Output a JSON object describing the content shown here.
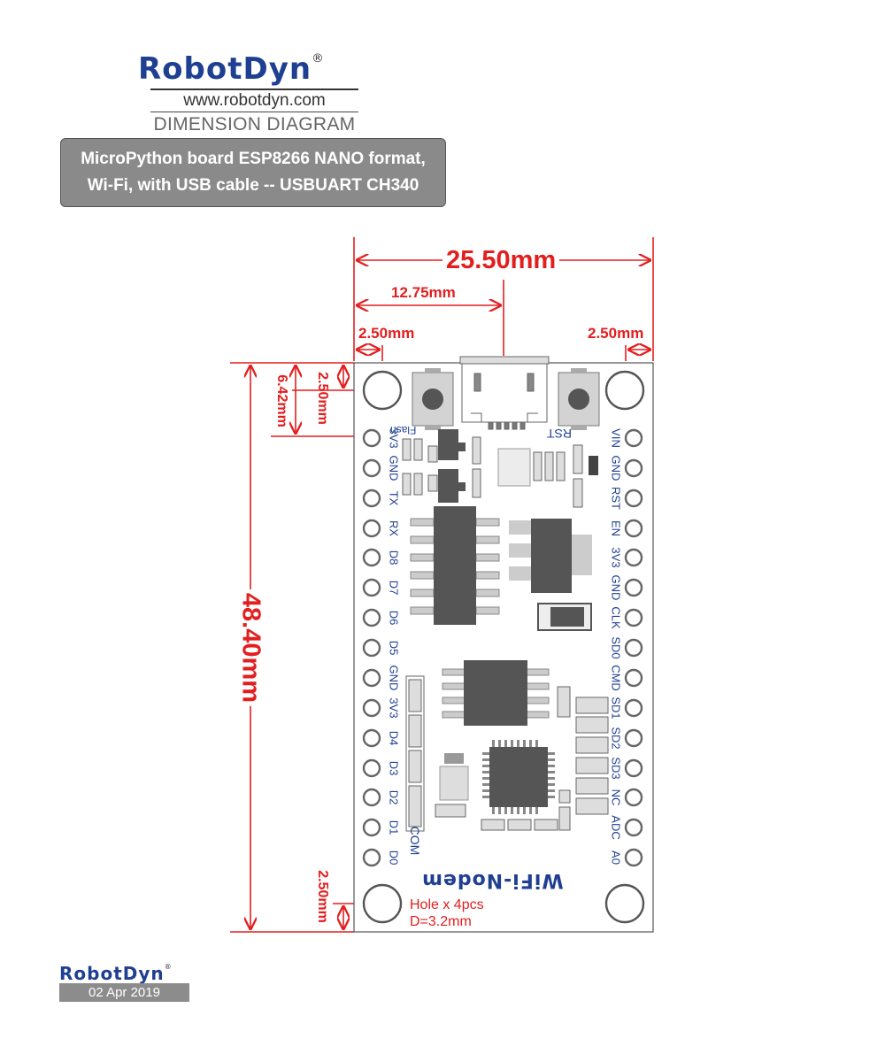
{
  "header": {
    "brand": "RobotDyn",
    "registered": "®",
    "url": "www.robotdyn.com",
    "diagram_title": "DIMENSION DIAGRAM",
    "product_line1": "MicroPython board ESP8266 NANO format,",
    "product_line2": "Wi-Fi, with USB cable -- USBUART CH340"
  },
  "dimensions": {
    "width_total": "25.50mm",
    "usb_center": "12.75mm",
    "hole_offset_left": "2.50mm",
    "hole_offset_right": "2.50mm",
    "height_total": "48.40mm",
    "hole_offset_top": "2.50mm",
    "header_offset_top": "6.42mm",
    "hole_offset_bottom": "2.50mm"
  },
  "board": {
    "left_pins": [
      "3V3",
      "GND",
      "TX",
      "RX",
      "D8",
      "D7",
      "D6",
      "D5",
      "GND",
      "3V3",
      "D4",
      "D3",
      "D2",
      "D1",
      "D0"
    ],
    "right_pins": [
      "VIN",
      "GND",
      "RST",
      "EN",
      "3V3",
      "GND",
      "CLK",
      "SD0",
      "CMD",
      "SD1",
      "SD2",
      "SD3",
      "NC",
      "ADC",
      "A0"
    ],
    "flash_label": "Flash",
    "rst_label": "RST",
    "com_label": "COM",
    "module_name": "WiFi-Nodem",
    "hole_note_line1": "Hole x 4pcs",
    "hole_note_line2": "D=3.2mm"
  },
  "footer": {
    "brand": "RobotDyn",
    "registered": "®",
    "date": "02 Apr 2019"
  },
  "colors": {
    "dimension": "#e31e1e",
    "label_blue": "#1f3f92",
    "chip": "#555555",
    "smd": "#cfcfcf",
    "banner": "#8a8a8a"
  }
}
